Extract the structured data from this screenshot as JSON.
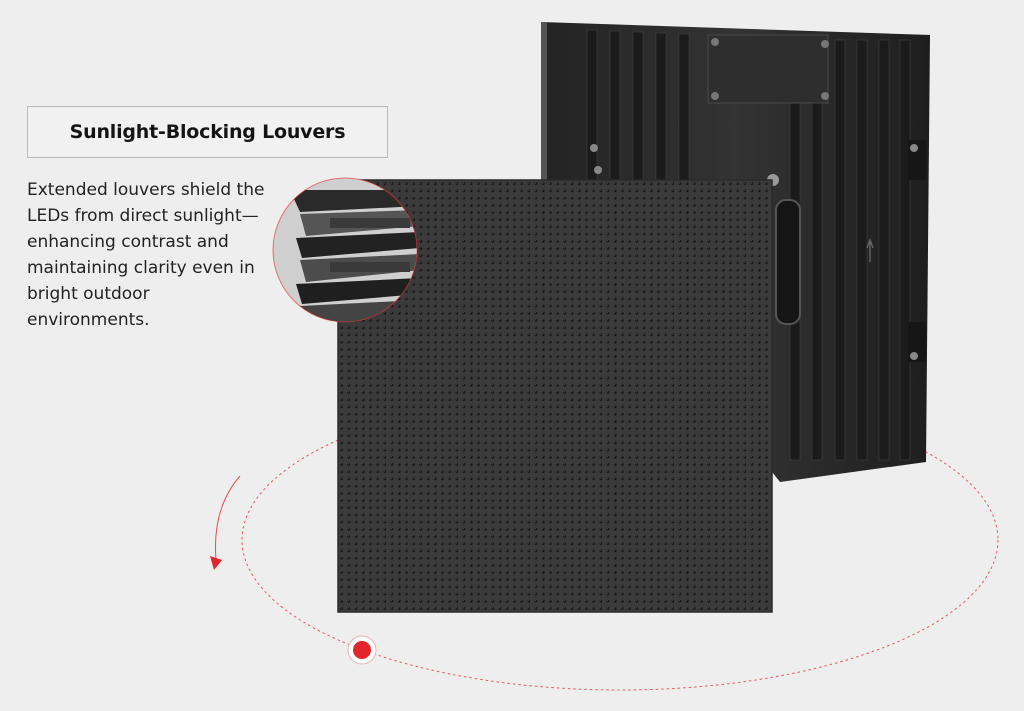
{
  "feature": {
    "title": "Sunlight-Blocking Louvers",
    "description": "Extended louvers shield the LEDs from direct sunlight—enhancing contrast and maintaining clarity even in bright outdoor environments."
  },
  "colors": {
    "background": "#efeeee",
    "accent": "#e3242b",
    "panel_face": "#3a3a3a",
    "cabinet": "#2a2a2a"
  },
  "icons": [
    "rotation-arrow-icon",
    "red-dot-marker",
    "magnifier-circle"
  ]
}
